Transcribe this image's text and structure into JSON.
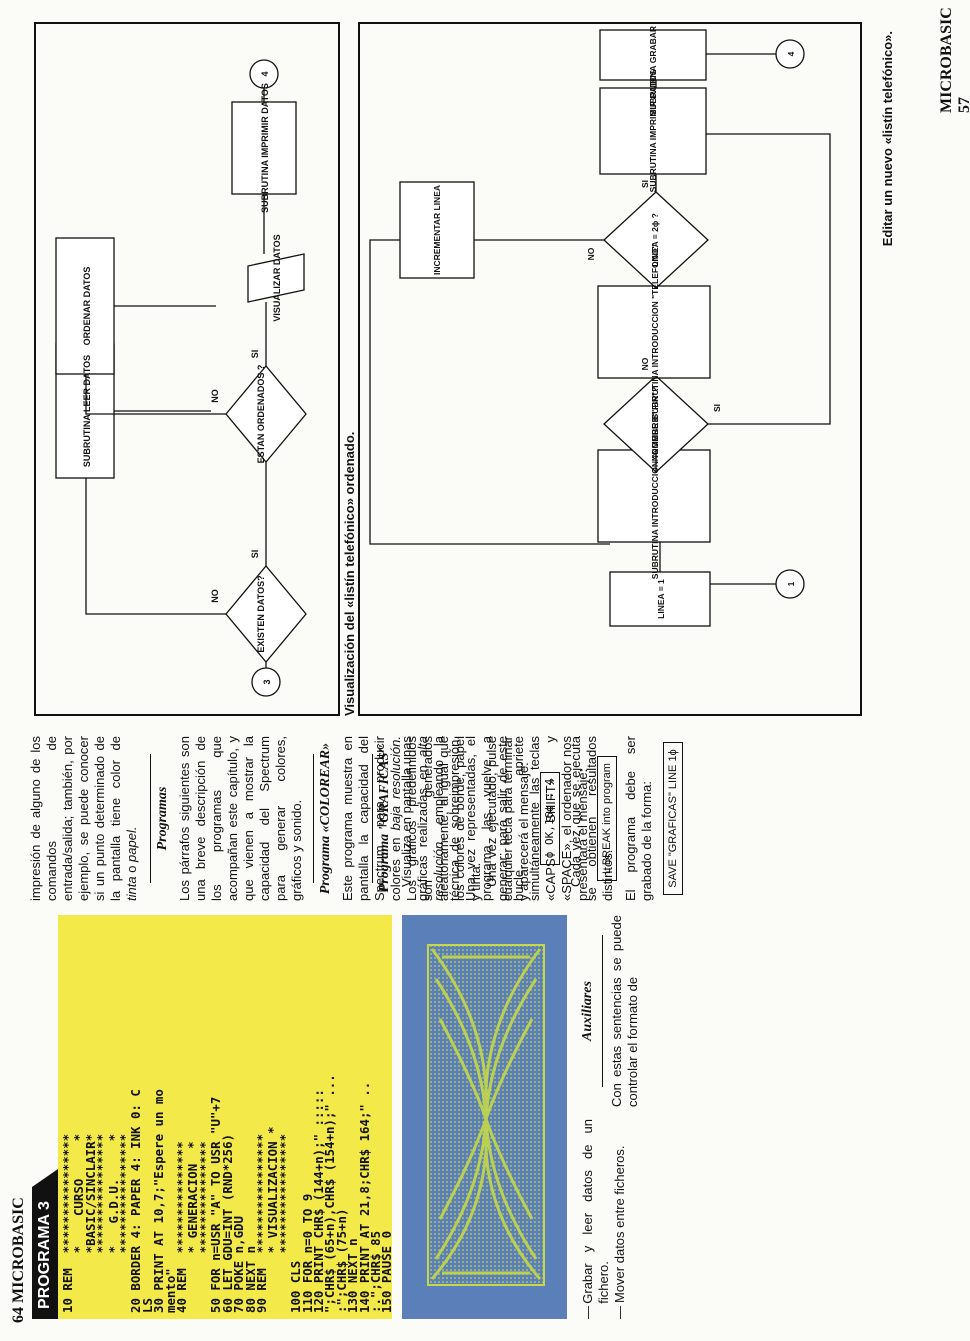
{
  "folios": {
    "left": "64 MICROBASIC",
    "right": "MICROBASIC 57"
  },
  "program": {
    "tab": "PROGRAMA 3",
    "lines": [
      "10 REM  ****************",
      "        *    CURSO     *",
      "        *BASIC/SINCLAIR*",
      "        ****************",
      "        *   G.D.U.     *",
      "        ****************",
      "20 BORDER 4: PAPER 4: INK 0: C",
      "LS",
      "30 PRINT AT 10,7;\"Espere un mo",
      "mento\"",
      "40 REM  ***************",
      "        * GENERACION  *",
      "        ***************",
      "50 FOR n=USR \"A\" TO USR \"U\"+7",
      "60 LET GDU=INT (RND*256)",
      "70 POKE n,GDU",
      "80 NEXT n",
      "90 REM  ****************",
      "        * VISUALIZACION *",
      "        ****************",
      "100 CLS",
      "110 FOR n=0 TO 9",
      "120 PRINT CHR$ (144+n);\" :::::",
      "\";CHR$ (65+n),CHR$ (154+n);\" ...",
      ":\";CHR$ (75+n)",
      "130 NEXT n",
      "140 PRINT AT 21,8;CHR$ 164;\" ..",
      ":.\";CHR$ 85",
      "150 PAUSE 0"
    ]
  },
  "col1": {
    "bullets": [
      "Grabar y leer datos de un fichero.",
      "Mover datos entre ficheros."
    ],
    "aux_heading": "Auxiliares",
    "aux_text": "Con estas sentencias se puede controlar el formato de"
  },
  "col2": {
    "p1_pre": "impresión de alguno de los comandos de entrada/salida; también, por ejemplo, se puede conocer si un punto determinado de la pantalla tiene color de ",
    "p1_i1": "tinta",
    "p1_mid": " o ",
    "p1_i2": "papel.",
    "h_programas": "Programas",
    "p2": "Los párrafos siguientes son una breve descripción de los programas que acompañan este capítulo, y que vienen a mostrar la capacidad del Spectrum para generar colores, gráficos y sonido.",
    "h_colorear": "Programa «COLOREAR»",
    "p3_pre": "Este programa muestra en pantalla la capacidad del Spectrum para producir colores en ",
    "p3_i": "baja resolución.",
    "p3_post": " Los gráficos predefinidos son generados aleatoriamente, al igual que los colores de borde, papel y tinta.",
    "p4": "Una vez ejecutado, pulse cualquier tecla para terminar y aparecerá el mensaje:",
    "msg_ok": "ϕ OK,16ϕ : 4",
    "p5": "Cada vez que se ejecuta se obtienen resultados distintos.",
    "h_graficas": "Programa ''GRAFICAS''",
    "p6_pre": "Visualiza en pantalla unas gráficas realizadas en ",
    "p6_i1": "alta resolución",
    "p6_post": ", empleando la técnica de sobreimpresión. Una vez representadas, el programa las vuelve a generar; para salir de este bucle, apriete simultáneamente las teclas «CAPS SHIFT» y «SPACE», el ordenador nos presentará el mensaje:",
    "msg_break": "L BREAK into program",
    "p7": "El programa debe ser grabado de la forma:",
    "msg_save": "SAVE \"GRAFICAS\" LINE 1ϕ"
  },
  "chart_left": {
    "start": "3",
    "end": "4",
    "d1": "EXISTEN DATOS?",
    "d2": "ESTAN ORDENADOS ?",
    "b_leer": "SUBRUTINA LEER DATOS",
    "b_ordenar": "ORDENAR DATOS",
    "b_visual": "VISUALIZAR DATOS",
    "b_imprimir": "SUBRUTINA IMPRIMIR DATOS",
    "si": "SI",
    "no": "NO",
    "caption": "Visualización del «listín telefónico» ordenado."
  },
  "chart_right": {
    "start": "1",
    "end": "4",
    "b_linea": "LINEA = 1",
    "b_nombre": "SUBRUTINA INTRODUCCION \"NOMBRE\"",
    "d_fin": "NOMBRE = \"FIN\"?",
    "b_telefono": "SUBRUTINA INTRODUCCION \"TELEFONO\"",
    "d_linea": "LINEA = 2ϕ ?",
    "b_incr": "INCREMENTAR LINEA",
    "b_imprimir": "SUBRUTINA IMPRIMIR DATOS",
    "b_grabar": "SUBRUTINA GRABAR DATOS",
    "si": "SI",
    "no": "NO",
    "caption": "Editar un nuevo «listín telefónico»."
  },
  "colors": {
    "listing_bg": "#f3ea4a",
    "photo_bg": "#5b7fb8",
    "photo_pattern": "#c4d84a"
  }
}
